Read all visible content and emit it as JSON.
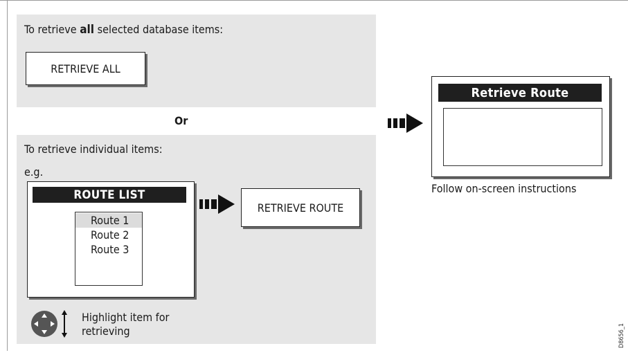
{
  "retrieve_all_section": {
    "instruction_prefix": "To retrieve ",
    "instruction_bold": "all",
    "instruction_suffix": " selected database items:",
    "softkey_label": "RETRIEVE ALL"
  },
  "or_label": "Or",
  "individual_section": {
    "instruction": "To retrieve individual items:",
    "example_label": "e.g.",
    "list_title": "ROUTE LIST",
    "list_items": [
      "Route 1",
      "Route 2",
      "Route 3"
    ],
    "softkey_label": "RETRIEVE ROUTE",
    "hint_line1": "Highlight item for",
    "hint_line2": "retrieving"
  },
  "result_dialog": {
    "title": "Retrieve Route",
    "caption": "Follow on-screen instructions"
  },
  "figure_id": "D8656_1"
}
